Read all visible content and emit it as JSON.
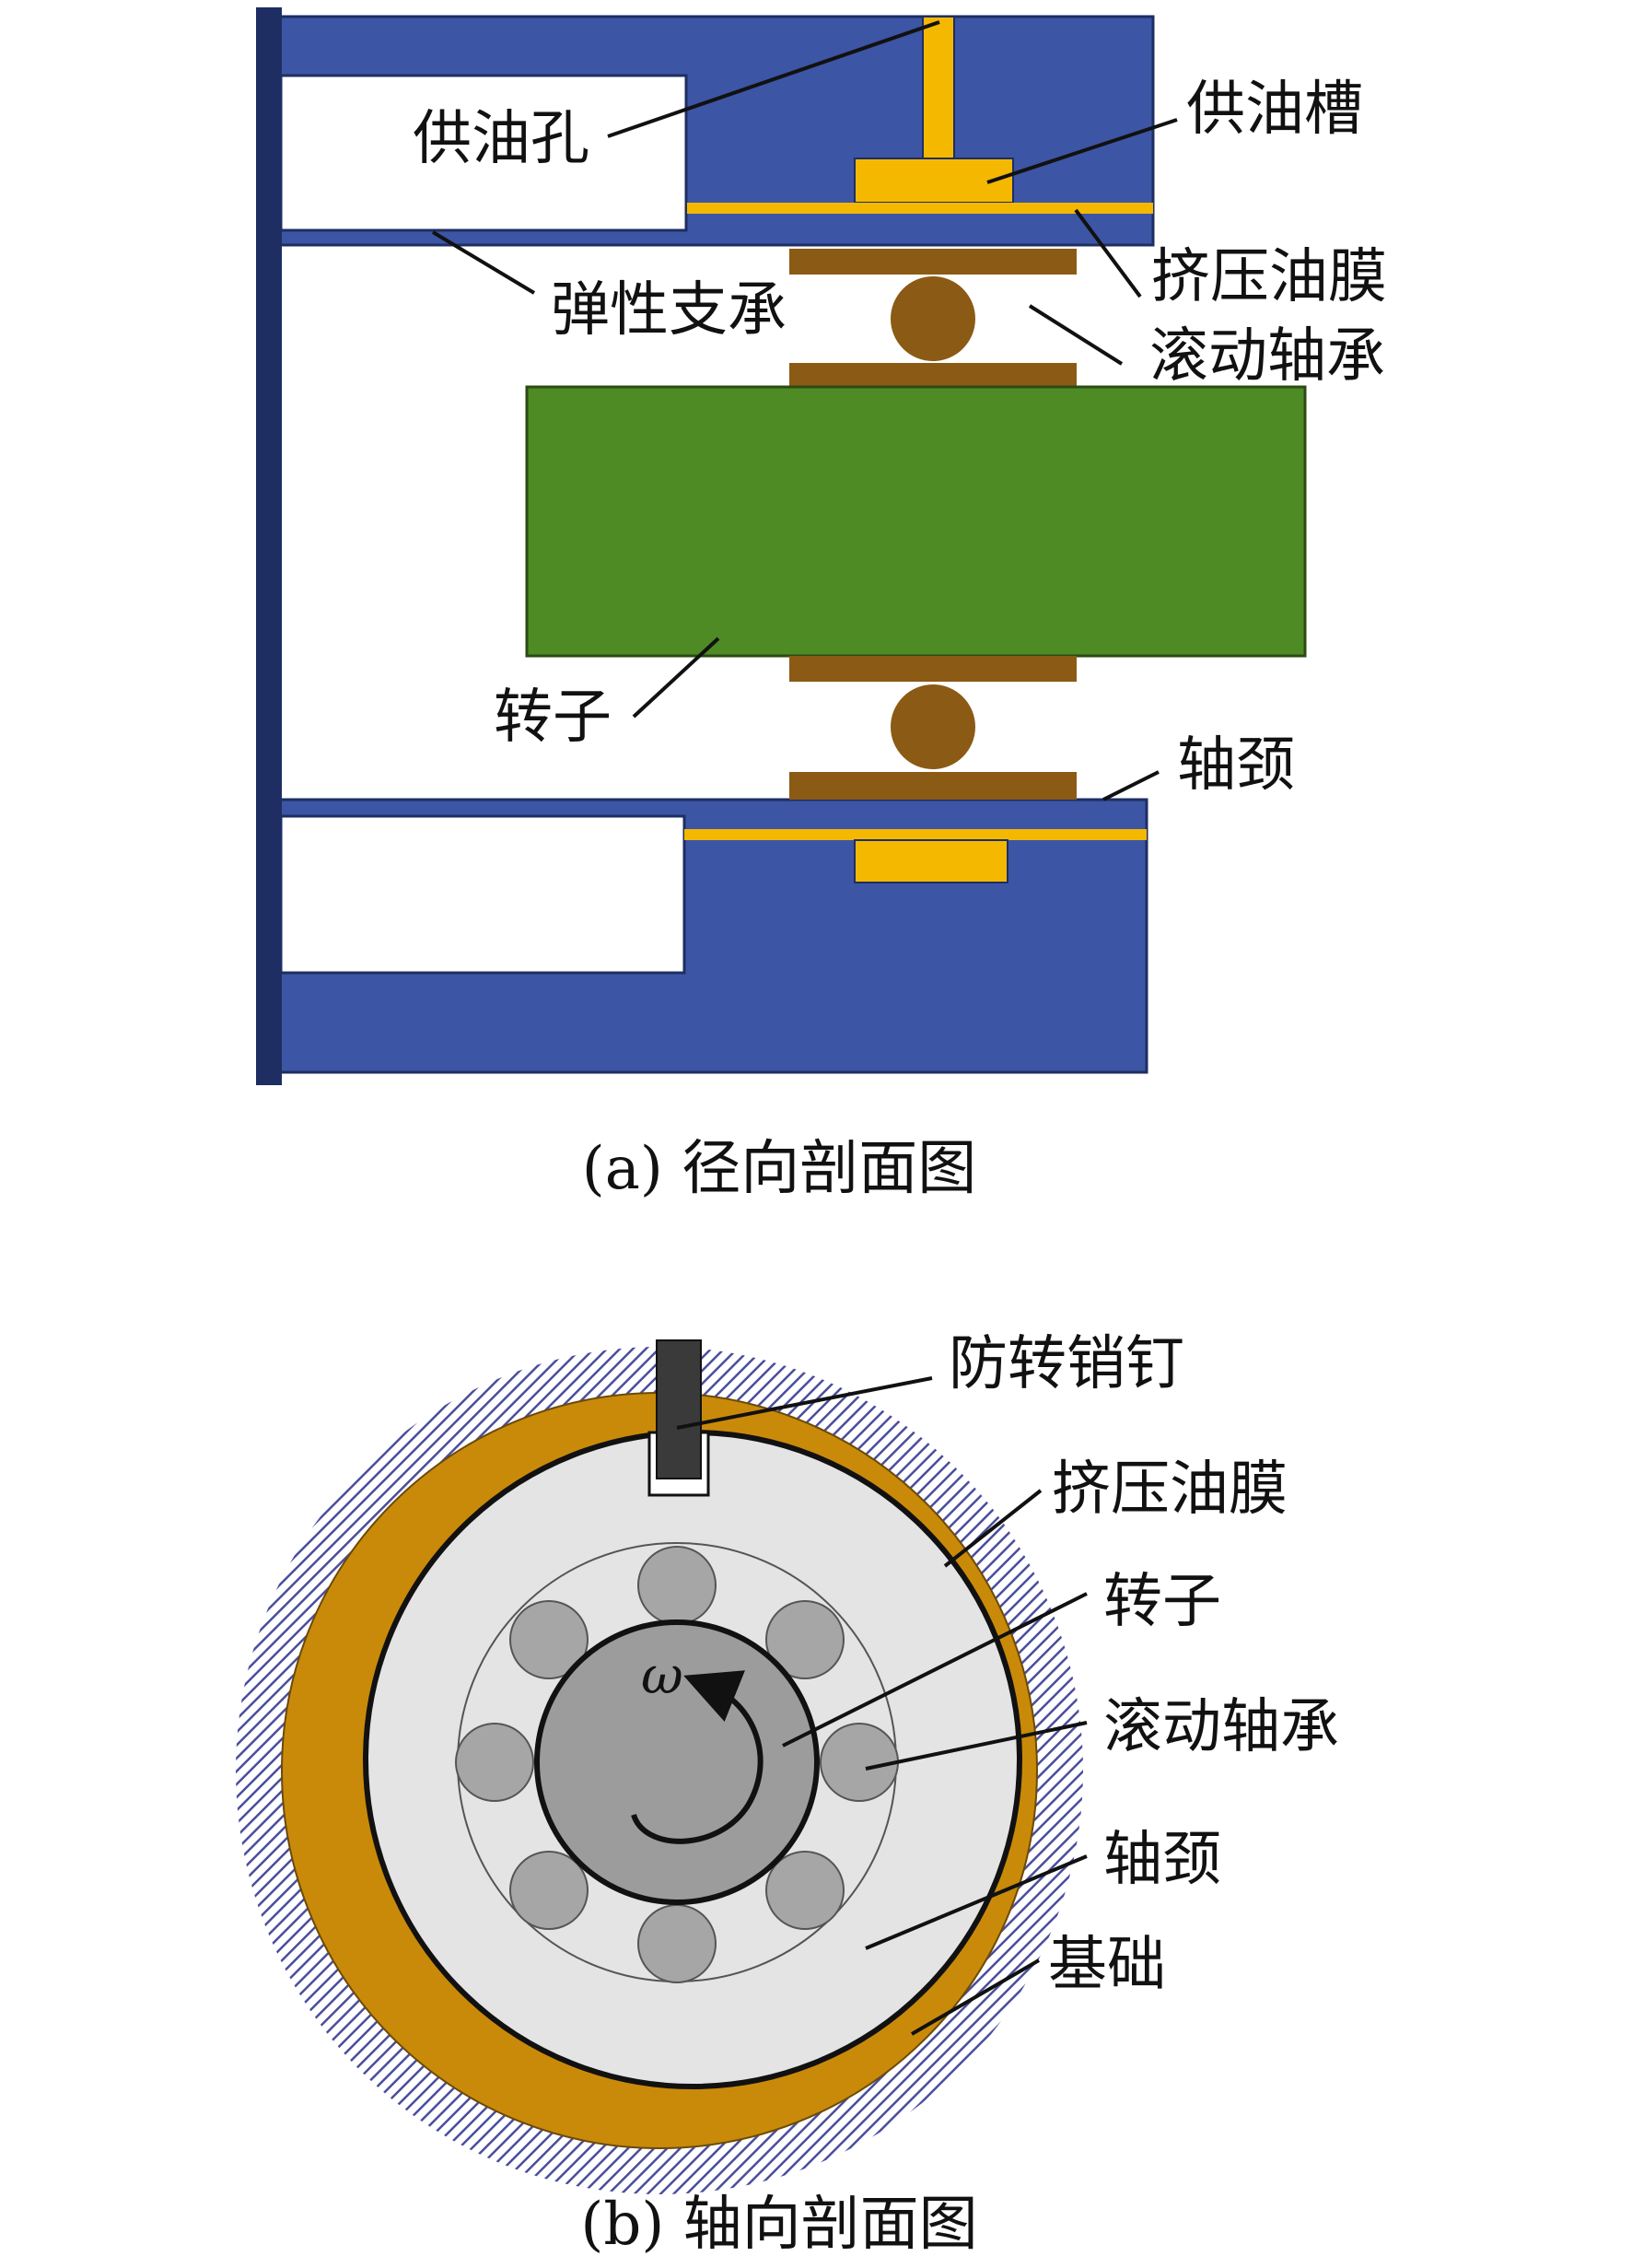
{
  "colors": {
    "housing": "#3C55A4",
    "pillar": "#1E2E63",
    "oil": "#F5B800",
    "bearing_race": "#8B5A14",
    "rotor_radial": "#4E8B24",
    "film_axial": "#C98A0A",
    "journal_axial": "#E4E4E4",
    "ball_axial": "#A6A6A6",
    "rotor_axial": "#9C9C9C",
    "pin": "#3A3A3A",
    "hatch": "#4A4E9C"
  },
  "radial": {
    "caption": "(a) 径向剖面图",
    "labels": {
      "supply_hole": "供油孔",
      "supply_groove": "供油槽",
      "squeeze_film": "挤压油膜",
      "elastic_support": "弹性支承",
      "rolling_bearing": "滚动轴承",
      "rotor": "转子",
      "journal": "轴颈"
    }
  },
  "axial": {
    "caption": "(b) 轴向剖面图",
    "omega": "ω",
    "labels": {
      "anti_rotation_pin": "防转销钉",
      "squeeze_film": "挤压油膜",
      "rotor": "转子",
      "rolling_bearing": "滚动轴承",
      "journal": "轴颈",
      "foundation": "基础"
    }
  }
}
